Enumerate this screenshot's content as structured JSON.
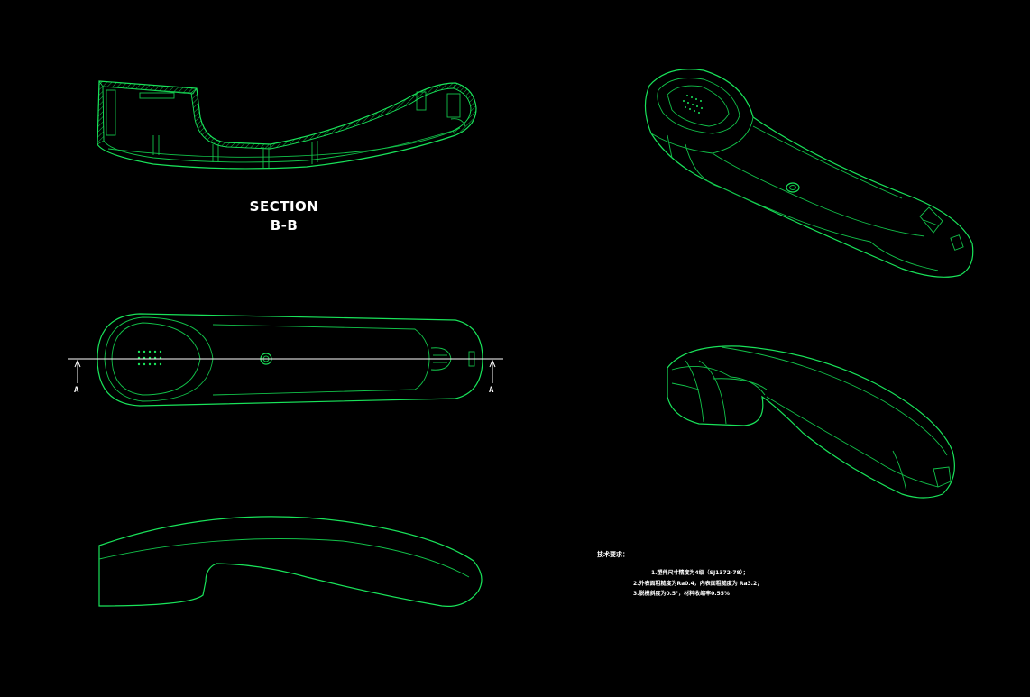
{
  "section": {
    "line1": "SECTION",
    "line2": "B-B"
  },
  "markers": {
    "left": "A",
    "right": "A"
  },
  "notes": {
    "heading": "技术要求：",
    "items": [
      "1.塑件尺寸精度为4级（SJ1372-78）；",
      "2.外表面粗糙度为Ra0.4，内表面粗糙度为 Ra3.2；",
      "3.脱模斜度为0.5°，材料收缩率0.55%"
    ]
  },
  "colors": {
    "line": "#19e35a",
    "background": "#000000",
    "text": "#ffffff"
  }
}
